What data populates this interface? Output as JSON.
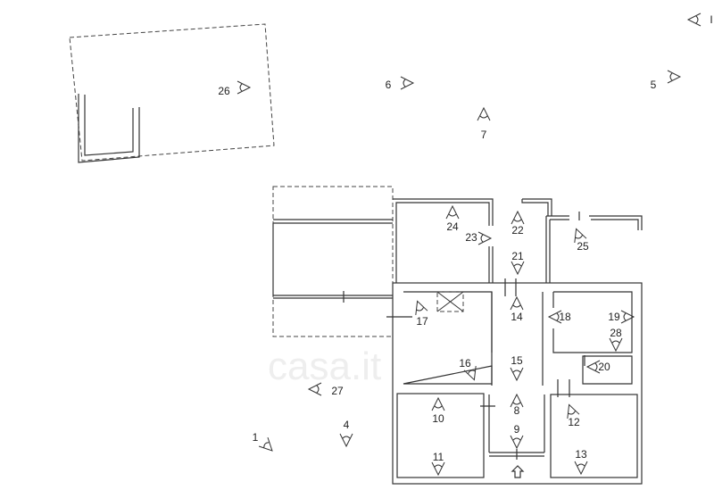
{
  "title": "Floor plan with photo viewpoints",
  "watermark": "casa.it",
  "viewpoint_labels": [
    "1",
    "4",
    "5",
    "6",
    "7",
    "26",
    "27",
    "24",
    "23",
    "22",
    "21",
    "25",
    "17",
    "14",
    "18",
    "19",
    "28",
    "16",
    "15",
    "20",
    "10",
    "8",
    "12",
    "9",
    "11",
    "13"
  ],
  "cut_label": "I",
  "colors": {
    "line": "#333333",
    "background": "#ffffff",
    "watermark": "#eeeeee"
  }
}
